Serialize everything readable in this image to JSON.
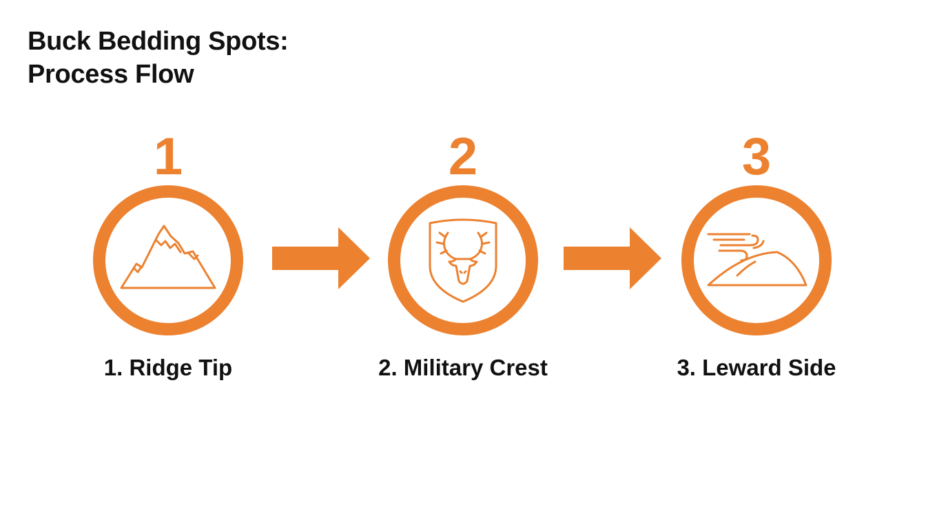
{
  "title": {
    "line1": "Buck Bedding Spots:",
    "line2": "Process Flow"
  },
  "colors": {
    "accent": "#EC8130",
    "text": "#111111",
    "background": "#ffffff"
  },
  "steps": [
    {
      "number": "1",
      "label": "1. Ridge Tip",
      "icon": "mountain-icon"
    },
    {
      "number": "2",
      "label": "2. Military Crest",
      "icon": "deer-shield-icon"
    },
    {
      "number": "3",
      "label": "3. Leward Side",
      "icon": "wind-hill-icon"
    }
  ],
  "connectors": [
    {
      "from": "1",
      "to": "2",
      "icon": "arrow-right-icon"
    },
    {
      "from": "2",
      "to": "3",
      "icon": "arrow-right-icon"
    }
  ]
}
